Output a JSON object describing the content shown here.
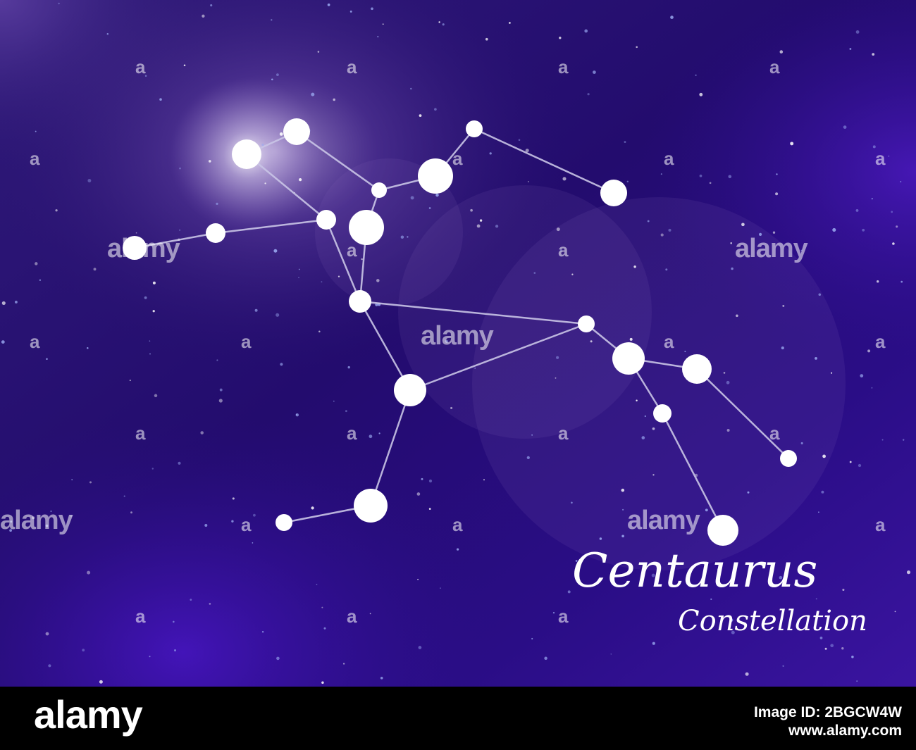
{
  "title": "Centaurus",
  "subtitle": "Constellation",
  "watermark": {
    "text": "alamy",
    "mark": "a"
  },
  "footer": {
    "brand": "alamy",
    "image_id": "Image ID: 2BGCW4W",
    "url": "www.alamy.com"
  },
  "colors": {
    "sky_dark": "#1c0c5e",
    "sky_mid": "#3a1590",
    "sky_light": "#5a2aa8",
    "star": "#ffffff",
    "line": "#c9c4e6",
    "footer": "#000000"
  }
}
